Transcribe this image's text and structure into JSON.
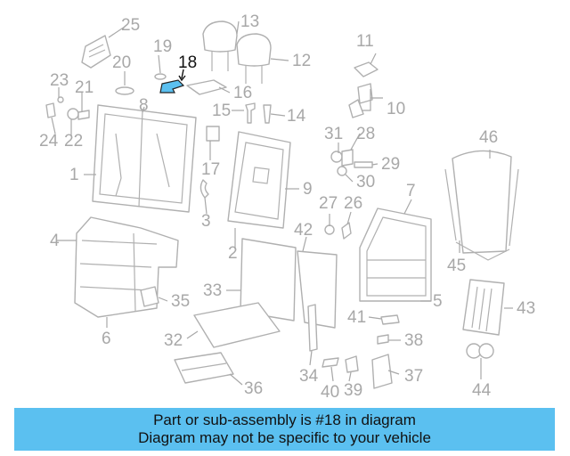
{
  "diagram": {
    "highlighted_part": "18",
    "highlight_color": "#5bc0f0",
    "callouts": [
      "1",
      "2",
      "3",
      "4",
      "5",
      "6",
      "7",
      "8",
      "9",
      "10",
      "11",
      "12",
      "13",
      "14",
      "15",
      "16",
      "17",
      "18",
      "19",
      "20",
      "21",
      "22",
      "23",
      "24",
      "25",
      "26",
      "27",
      "28",
      "29",
      "30",
      "31",
      "32",
      "33",
      "34",
      "35",
      "36",
      "37",
      "38",
      "39",
      "40",
      "41",
      "42",
      "43",
      "44",
      "45",
      "46"
    ]
  },
  "banner": {
    "line1": "Part or sub-assembly is #18 in diagram",
    "line2": "Diagram may not be specific to your vehicle",
    "background": "#5bc0f0"
  }
}
